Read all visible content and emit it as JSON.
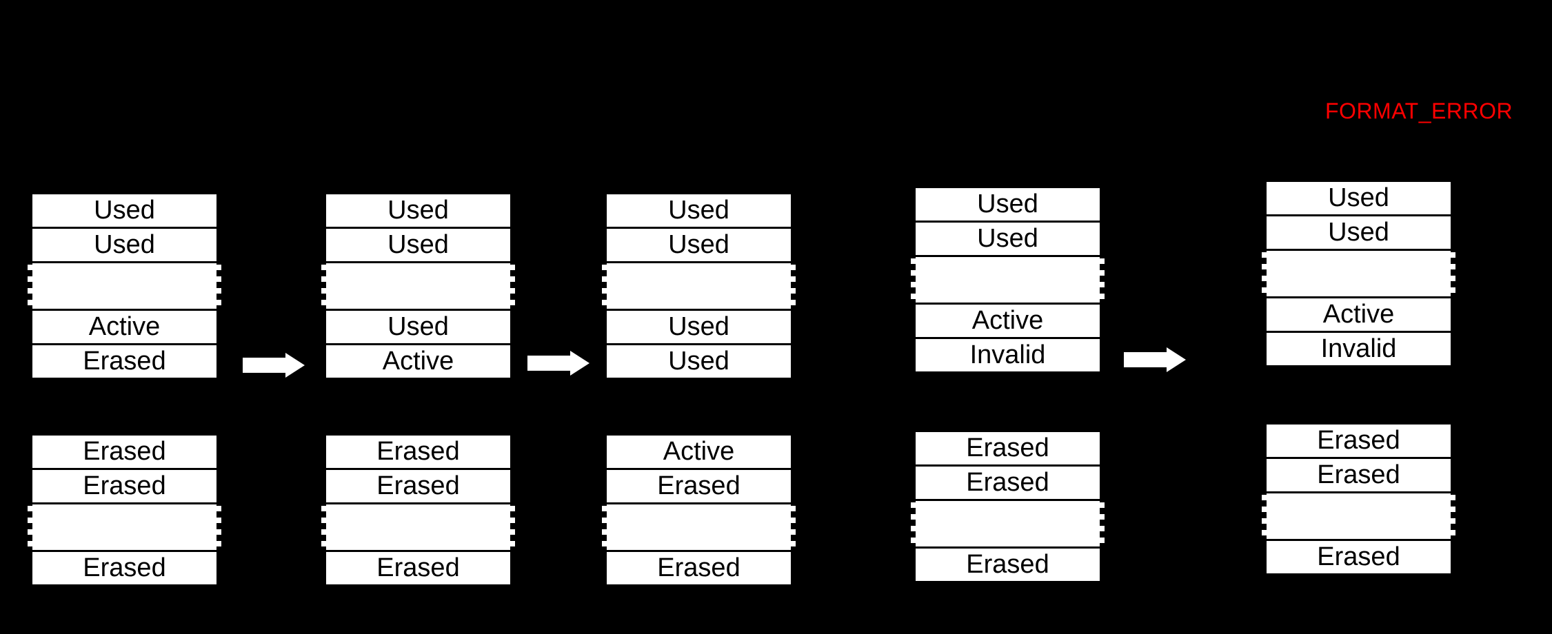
{
  "background_color": "#000000",
  "box_style": {
    "fill": "#ffffff",
    "text_color": "#000000"
  },
  "error_label": {
    "text": "FORMAT_ERROR",
    "color": "#ff0000"
  },
  "columns": [
    {
      "name": "state-1",
      "top_sector": [
        "Used",
        "Used",
        "",
        "Active",
        "Erased"
      ],
      "bottom_sector": [
        "Erased",
        "Erased",
        "",
        "Erased"
      ]
    },
    {
      "name": "state-2",
      "top_sector": [
        "Used",
        "Used",
        "",
        "Used",
        "Active"
      ],
      "bottom_sector": [
        "Erased",
        "Erased",
        "",
        "Erased"
      ]
    },
    {
      "name": "state-3",
      "top_sector": [
        "Used",
        "Used",
        "",
        "Used",
        "Used"
      ],
      "bottom_sector": [
        "Active",
        "Erased",
        "",
        "Erased"
      ]
    },
    {
      "name": "state-4",
      "top_sector": [
        "Used",
        "Used",
        "",
        "Active",
        "Invalid"
      ],
      "bottom_sector": [
        "Erased",
        "Erased",
        "",
        "Erased"
      ]
    },
    {
      "name": "state-5",
      "top_sector": [
        "Used",
        "Used",
        "",
        "Active",
        "Invalid"
      ],
      "bottom_sector": [
        "Erased",
        "Erased",
        "",
        "Erased"
      ]
    }
  ],
  "arrows": [
    {
      "from": "state-1",
      "to": "state-2"
    },
    {
      "from": "state-2",
      "to": "state-3"
    },
    {
      "from": "state-4",
      "to": "state-5"
    }
  ]
}
